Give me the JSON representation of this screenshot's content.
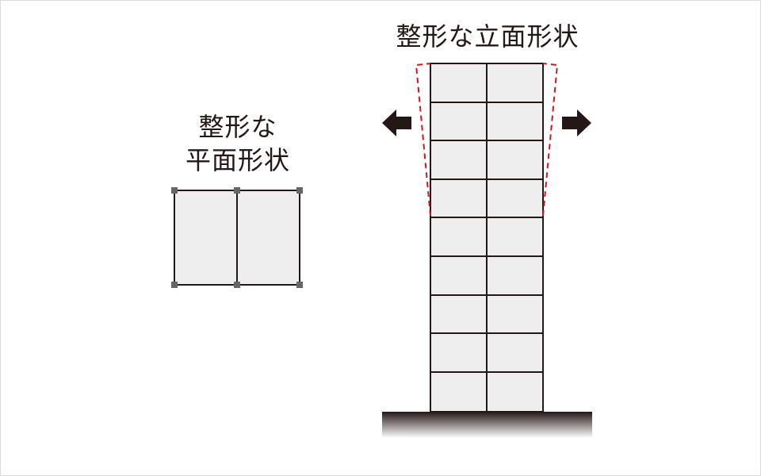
{
  "labels": {
    "plan_line1": "整形な",
    "plan_line2": "平面形状",
    "elevation": "整形な立面形状"
  },
  "colors": {
    "line": "#231815",
    "fill": "#eeeeee",
    "node": "#666666",
    "dashed": "#d7141e",
    "frame": "#dcdcdc"
  },
  "building": {
    "columns": 2,
    "floors": 9
  },
  "plan": {
    "bays": 2,
    "nodes": 6
  }
}
